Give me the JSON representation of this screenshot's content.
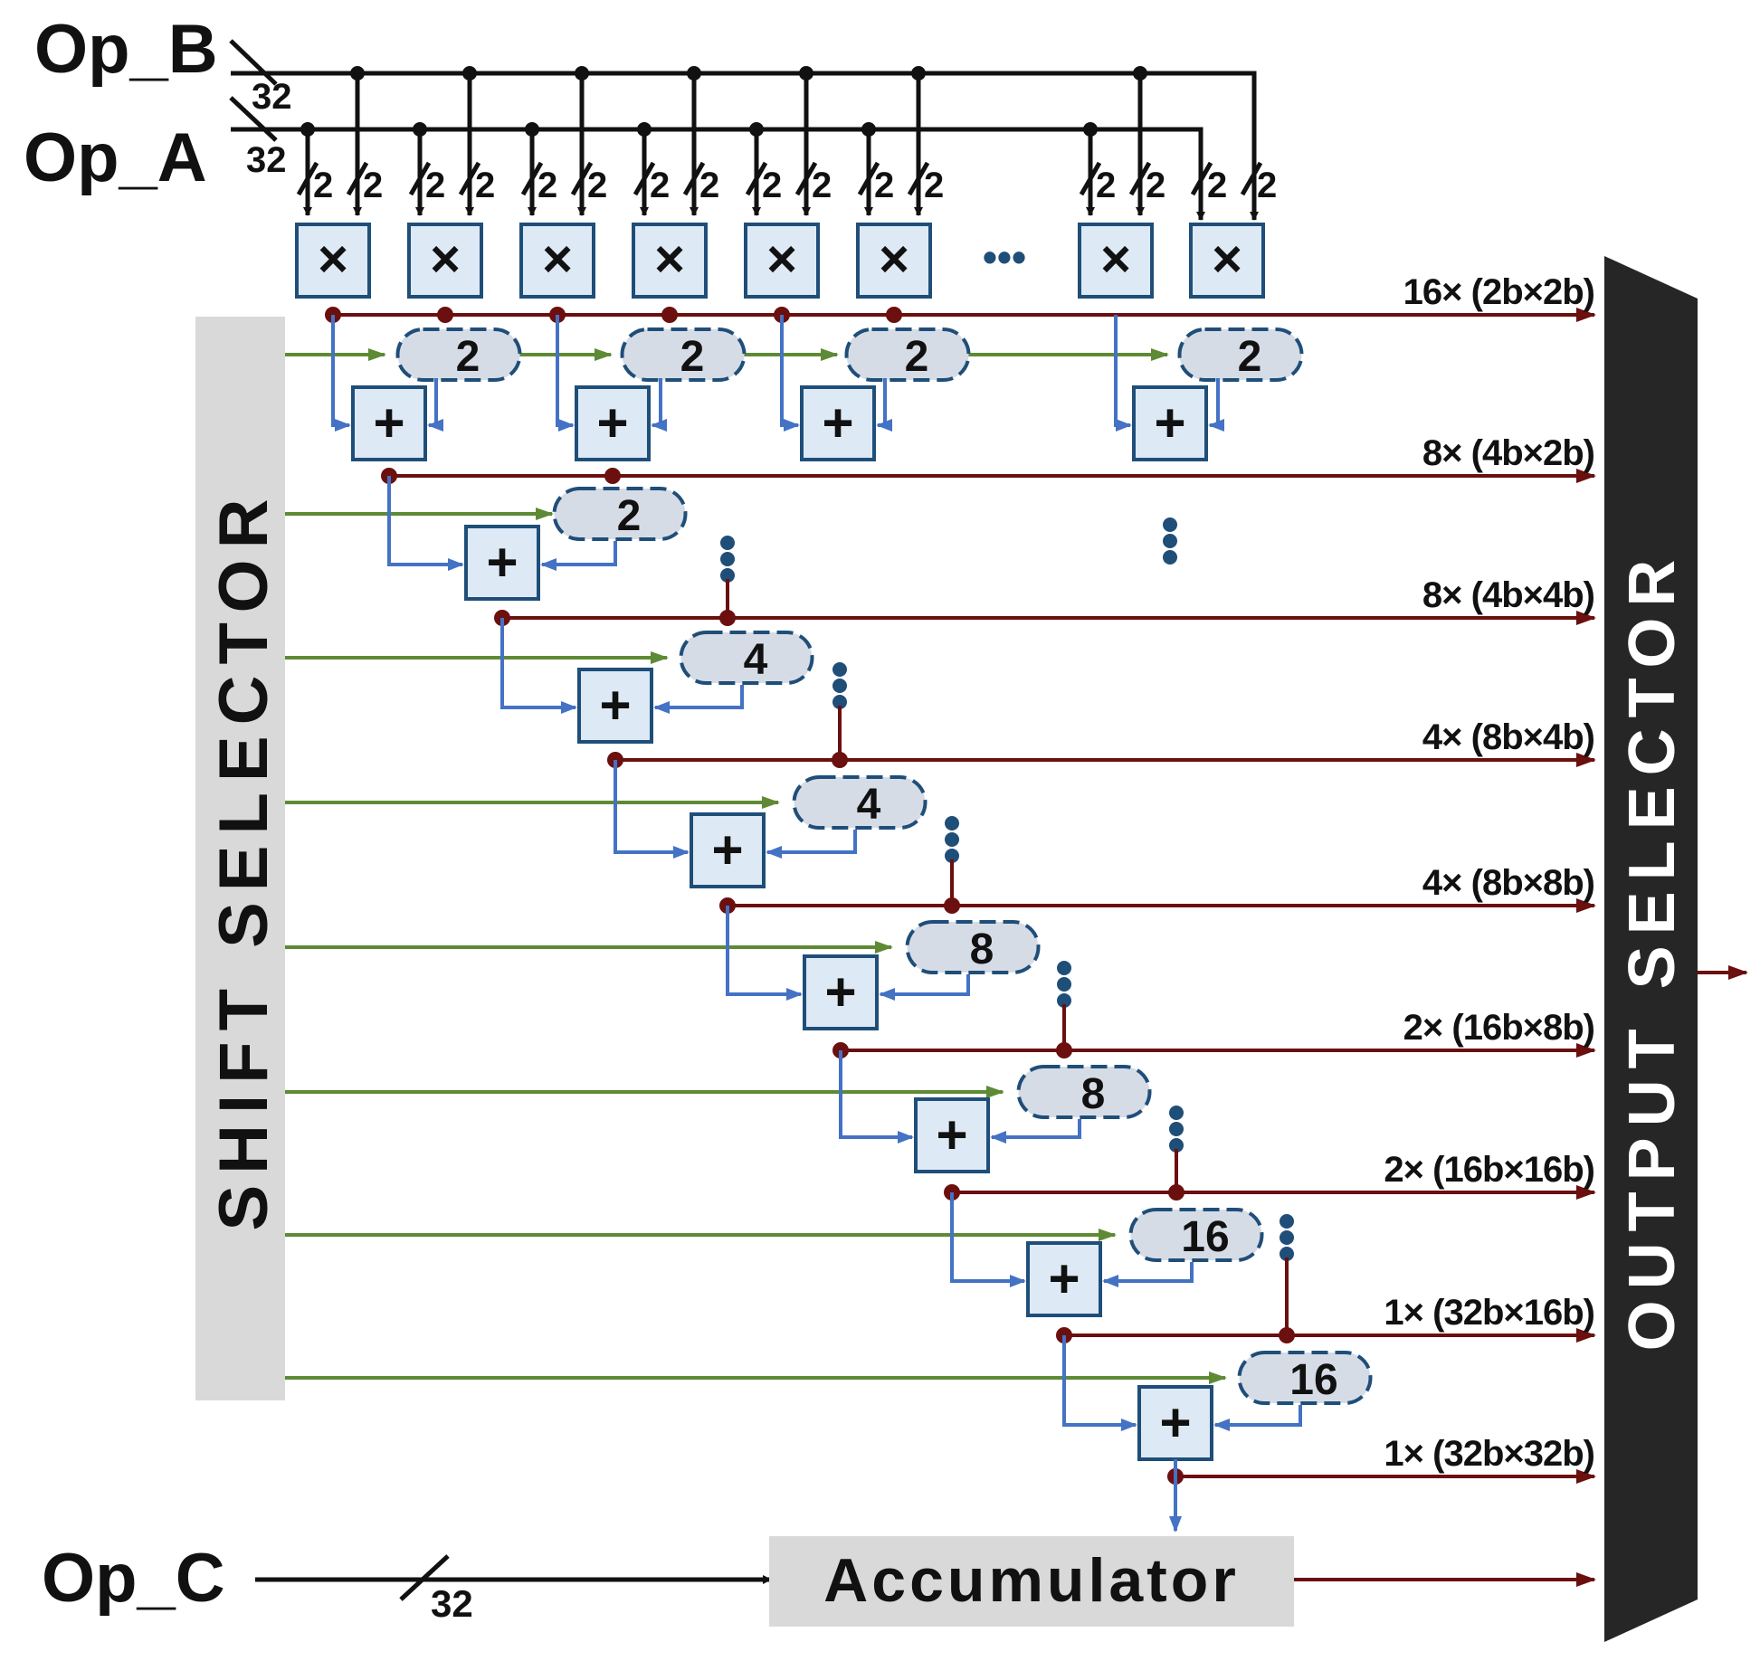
{
  "operands": {
    "op_b": "Op_B",
    "op_a": "Op_A",
    "op_c": "Op_C",
    "bus_width": "32",
    "lane_width": "2"
  },
  "blocks": {
    "shift_selector": "SHIFT SELECTOR",
    "output_selector": "OUTPUT SELECTOR",
    "accumulator": "Accumulator",
    "multiplier_symbol": "×",
    "adder_symbol": "+",
    "ellipsis": "•••"
  },
  "shifters": [
    "2",
    "2",
    "2",
    "2",
    "2",
    "4",
    "4",
    "8",
    "8",
    "16",
    "16"
  ],
  "modes": [
    "16× (2b×2b)",
    "8× (4b×2b)",
    "8× (4b×4b)",
    "4× (8b×4b)",
    "4× (8b×8b)",
    "2× (16b×8b)",
    "2× (16b×16b)",
    "1× (32b×16b)",
    "1× (32b×32b)"
  ],
  "colors": {
    "output_bus": "#6b0f0f",
    "shift_line": "#5e8a35",
    "adder_line": "#4472c4",
    "box_fill": "#dde9f5"
  }
}
